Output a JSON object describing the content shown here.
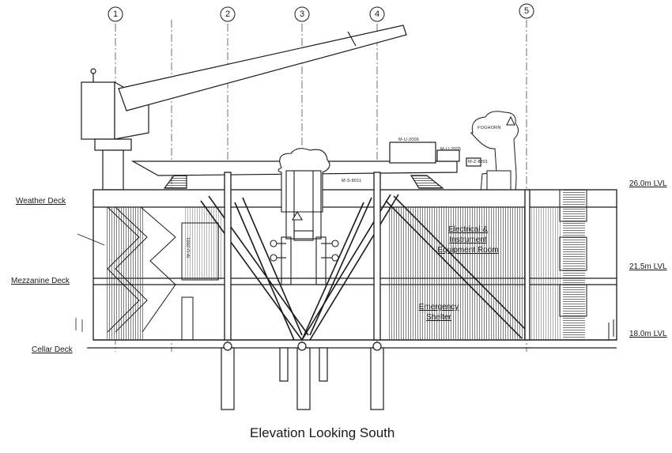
{
  "deck_labels": {
    "weather": "Weather Deck",
    "mezzanine": "Mezzanine Deck",
    "cellar": "Cellar Deck"
  },
  "level_labels": {
    "upper": "26.0m  LVL",
    "middle": "21.5m  LVL",
    "lower": "18.0m  LVL"
  },
  "room_labels": {
    "electrical": [
      "Electrical &",
      "Instrument",
      "Equipment Room"
    ],
    "shelter": [
      "Emergency",
      "Shelter"
    ]
  },
  "grid_markers": [
    "1",
    "2",
    "3",
    "4",
    "5"
  ],
  "equipment_tags": {
    "m_s_8011": "M-S-8011",
    "m_u_2006": "M-U-2006",
    "m_u_2005": "M-U-2005",
    "m_z_8801": "M-Z-8801",
    "m_u_2001": "M-U-2001",
    "foghorn": "FOGHORN"
  },
  "caption": "Elevation Looking South"
}
